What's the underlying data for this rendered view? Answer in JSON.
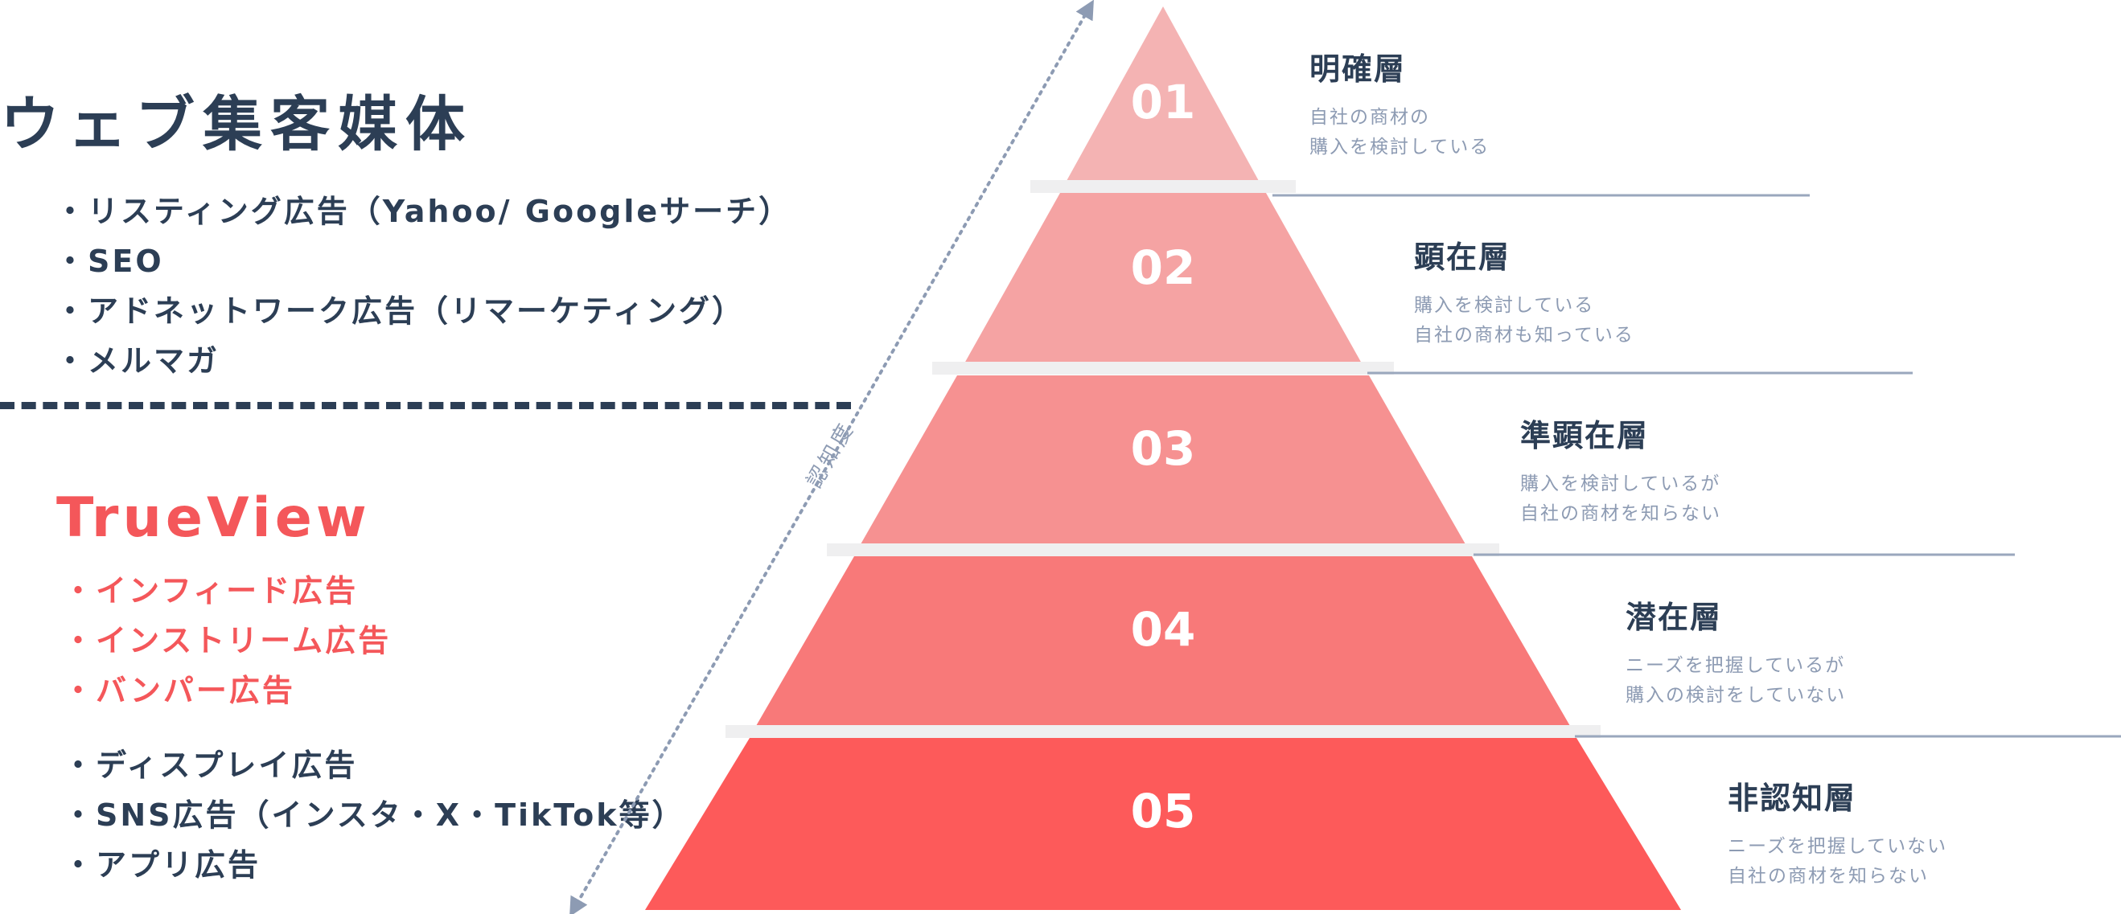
{
  "web_media": {
    "title": "ウェブ集客媒体",
    "items": [
      "・リスティング広告（Yahoo/ Googleサーチ）",
      "・SEO",
      "・アドネットワーク広告（リマーケティング）",
      "・メルマガ"
    ]
  },
  "trueview": {
    "title": "TrueView",
    "items": [
      "・インフィード広告",
      "・インストリーム広告",
      "・バンパー広告"
    ]
  },
  "other_media": {
    "items": [
      "・ディスプレイ広告",
      "・SNS広告（インスタ・X・TikTok等）",
      "・アプリ広告"
    ]
  },
  "axis_label": "認知度",
  "colors": {
    "navy": "#2c3e55",
    "accent_red": "#f4575a",
    "desc_gray": "#8d9bb3",
    "layer_1": "#f4b3b3",
    "layer_2": "#f5a3a3",
    "layer_3": "#f69191",
    "layer_4": "#f87979",
    "layer_5": "#fd5a5a"
  },
  "pyramid": {
    "layers": [
      {
        "number": "01",
        "label": "明確層",
        "desc": [
          "自社の商材の",
          "購入を検討している"
        ]
      },
      {
        "number": "02",
        "label": "顕在層",
        "desc": [
          "購入を検討している",
          "自社の商材も知っている"
        ]
      },
      {
        "number": "03",
        "label": "準顕在層",
        "desc": [
          "購入を検討しているが",
          "自社の商材を知らない"
        ]
      },
      {
        "number": "04",
        "label": "潜在層",
        "desc": [
          "ニーズを把握しているが",
          "購入の検討をしていない"
        ]
      },
      {
        "number": "05",
        "label": "非認知層",
        "desc": [
          "ニーズを把握していない",
          "自社の商材を知らない"
        ]
      }
    ]
  }
}
